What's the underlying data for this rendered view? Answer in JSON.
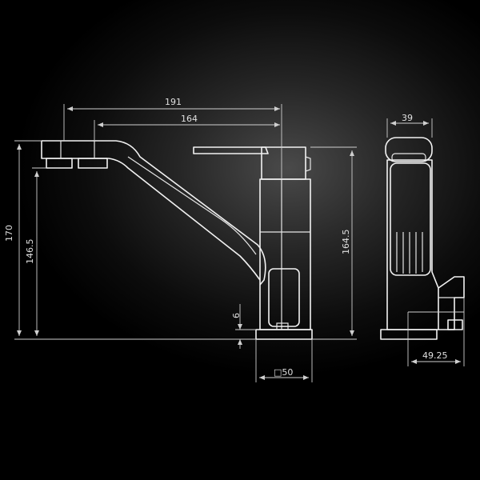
{
  "diagram": {
    "background": "#000000",
    "line_color": "#e6e6e6",
    "dimensions": {
      "d191": "191",
      "d164": "164",
      "d170": "170",
      "d146_5": "146.5",
      "d164_5": "164.5",
      "d6": "6",
      "d50": "□50",
      "d39": "39",
      "d49_25": "49.25"
    }
  }
}
